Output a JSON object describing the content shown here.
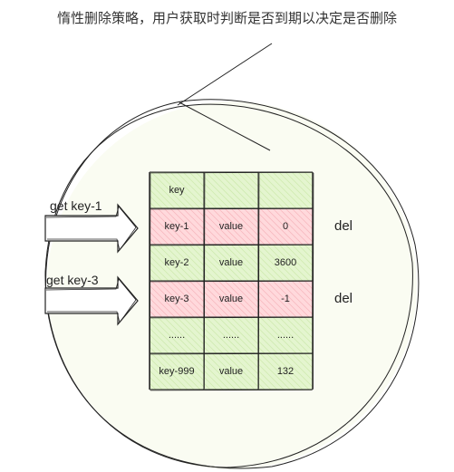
{
  "title": "惰性删除策略，用户获取时判断是否到期以决定是否删除",
  "arrows": [
    {
      "label": "get key-1"
    },
    {
      "label": "get key-3"
    }
  ],
  "table": {
    "header": [
      "key",
      "",
      ""
    ],
    "rows": [
      {
        "cells": [
          "key-1",
          "value",
          "0"
        ],
        "status": "del",
        "color": "#ffd9dc"
      },
      {
        "cells": [
          "key-2",
          "value",
          "3600"
        ],
        "status": "",
        "color": "#e4f5cf"
      },
      {
        "cells": [
          "key-3",
          "value",
          "-1"
        ],
        "status": "del",
        "color": "#ffd9dc"
      },
      {
        "cells": [
          "......",
          "......",
          "......"
        ],
        "status": "",
        "color": "#e4f5cf"
      },
      {
        "cells": [
          "key-999",
          "value",
          "132"
        ],
        "status": "",
        "color": "#e4f5cf"
      }
    ]
  },
  "colors": {
    "green_fill": "#e4f5cf",
    "pink_fill": "#ffd9dc",
    "circle_fill": "#fafcf2",
    "stroke": "#222222"
  }
}
